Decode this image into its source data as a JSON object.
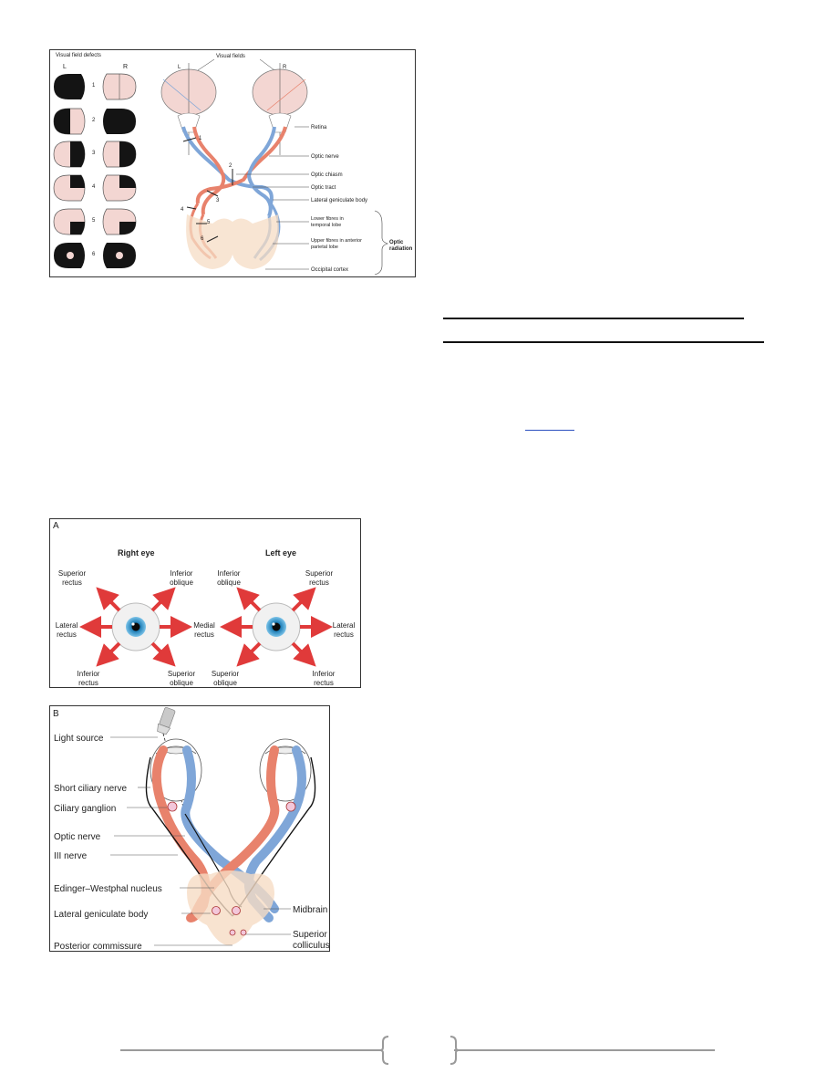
{
  "visual_pathway": {
    "defects_title": "Visual field defects",
    "defects_left": "L",
    "defects_right": "R",
    "defect_numbers": [
      "1",
      "2",
      "3",
      "4",
      "5",
      "6"
    ],
    "fields_title": "Visual fields",
    "field_left": "L",
    "field_right": "R",
    "lesion_numbers": [
      "1",
      "2",
      "3",
      "4",
      "5",
      "6"
    ],
    "labels": {
      "retina": "Retina",
      "optic_nerve": "Optic nerve",
      "optic_chiasm": "Optic chiasm",
      "optic_tract": "Optic tract",
      "lgb": "Lateral geniculate body",
      "lower_fibres_1": "Lower fibres in",
      "lower_fibres_2": "temporal lobe",
      "upper_fibres_1": "Upper fibres in anterior",
      "upper_fibres_2": "parietal lobe",
      "occipital": "Occipital cortex",
      "optic_radiation_1": "Optic",
      "optic_radiation_2": "radiation"
    }
  },
  "eye_muscles": {
    "panel_letter": "A",
    "right_eye_title": "Right eye",
    "left_eye_title": "Left eye",
    "right_eye": {
      "superior_rectus": [
        "Superior",
        "rectus"
      ],
      "inferior_oblique": [
        "Inferior",
        "oblique"
      ],
      "lateral_rectus": [
        "Lateral",
        "rectus"
      ],
      "medial_rectus": [
        "Medial",
        "rectus"
      ],
      "inferior_rectus": [
        "Inferior",
        "rectus"
      ],
      "superior_oblique": [
        "Superior",
        "oblique"
      ]
    },
    "left_eye": {
      "inferior_oblique": [
        "Inferior",
        "oblique"
      ],
      "superior_rectus": [
        "Superior",
        "rectus"
      ],
      "lateral_rectus": [
        "Lateral",
        "rectus"
      ],
      "superior_oblique": [
        "Superior",
        "oblique"
      ],
      "inferior_rectus": [
        "Inferior",
        "rectus"
      ]
    },
    "arrow_color": "#e03a3a",
    "iris_color": "#1f7fb8"
  },
  "pupillary_reflex": {
    "panel_letter": "B",
    "light_source": "Light source",
    "short_ciliary_nerve": "Short ciliary nerve",
    "ciliary_ganglion": "Ciliary ganglion",
    "optic_nerve": "Optic nerve",
    "iii_nerve": "III nerve",
    "edinger_westphal": "Edinger–Westphal nucleus",
    "lgb": "Lateral geniculate body",
    "posterior_commissure": "Posterior commissure",
    "midbrain": "Midbrain",
    "superior_colliculus_1": "Superior",
    "superior_colliculus_2": "colliculus"
  },
  "colors": {
    "nasal_red": "#e8826c",
    "temporal_blue": "#7fa6d8",
    "field_pink": "#f3d6d2",
    "brain_beige": "#f6dcc4"
  }
}
